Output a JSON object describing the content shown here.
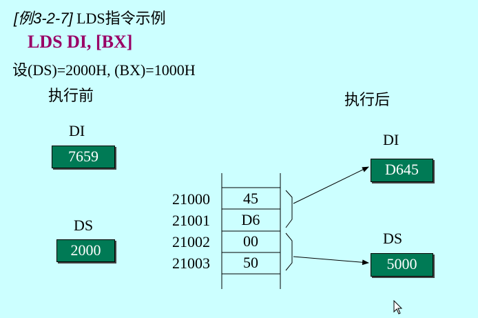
{
  "title": {
    "example": "[例3-2-7]",
    "text": " LDS指令示例"
  },
  "instruction": "LDS  DI, [BX]",
  "assumption": "设(DS)=2000H, (BX)=1000H",
  "before": {
    "label": "执行前",
    "di_label": "DI",
    "di_value": "7659",
    "ds_label": "DS",
    "ds_value": "2000"
  },
  "after": {
    "label": "执行后",
    "di_label": "DI",
    "di_value": "D645",
    "ds_label": "DS",
    "ds_value": "5000"
  },
  "memory": [
    {
      "address": "21000",
      "value": "45"
    },
    {
      "address": "21001",
      "value": "D6"
    },
    {
      "address": "21002",
      "value": "00"
    },
    {
      "address": "21003",
      "value": "50"
    }
  ],
  "colors": {
    "background": "#ccffff",
    "register_fill": "#007a55",
    "instruction_text": "#990066"
  }
}
